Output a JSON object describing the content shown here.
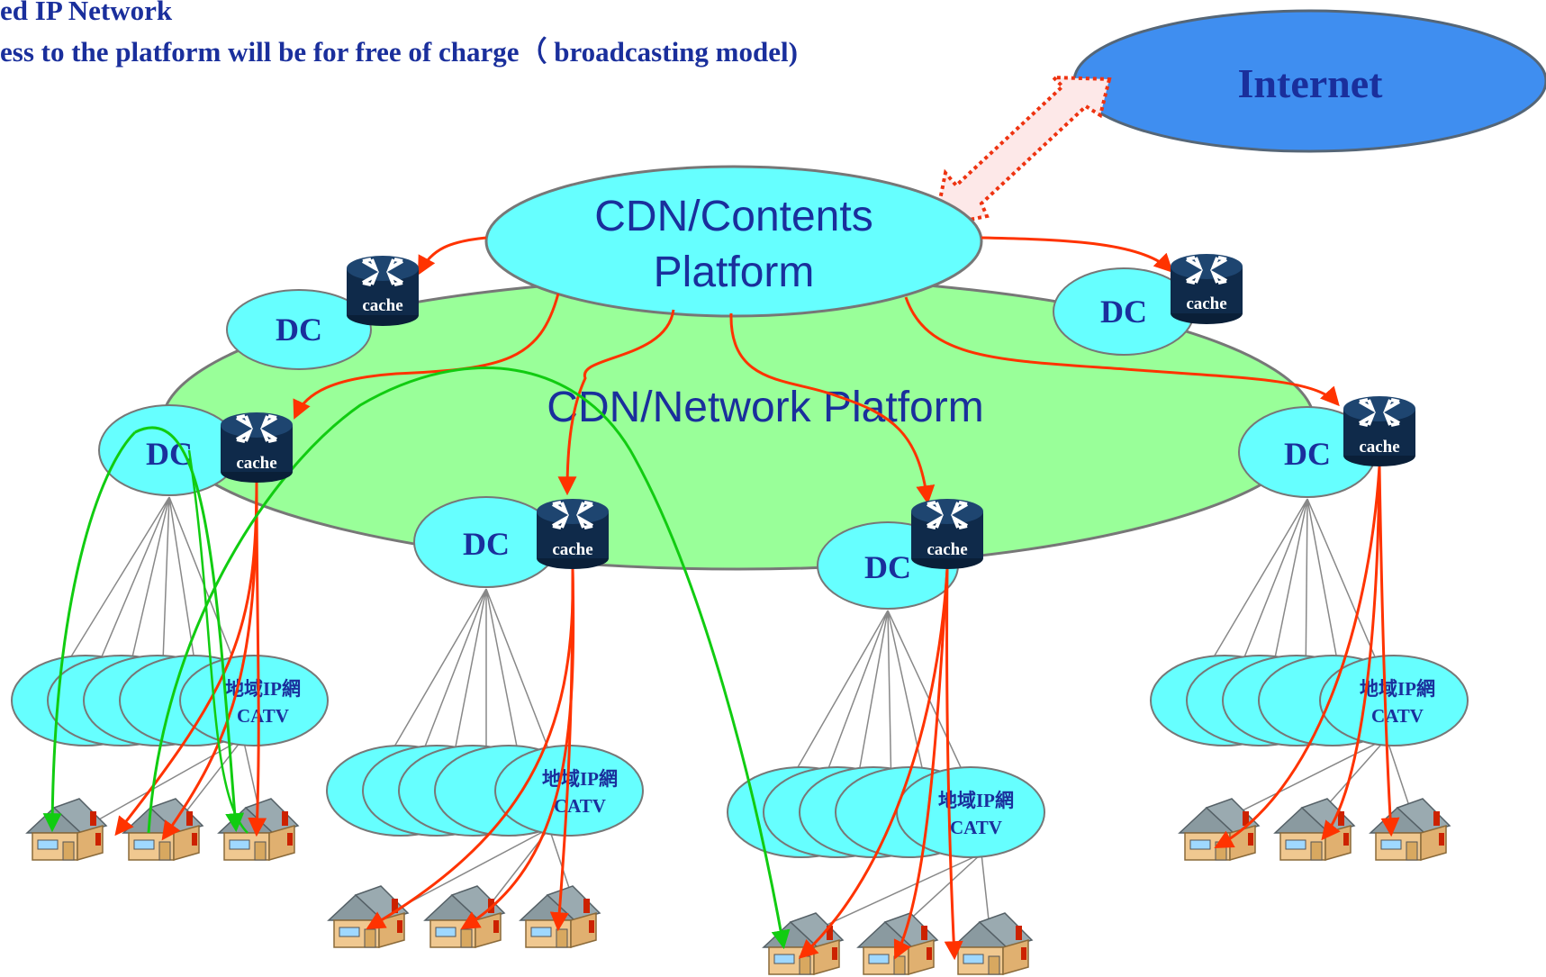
{
  "header": {
    "line1": "ed IP Network",
    "line2": "ess to the platform will be for free of charge（ broadcasting model)"
  },
  "internet_label": "Internet",
  "contents_platform": {
    "line1": "CDN/Contents",
    "line2": "Platform"
  },
  "network_platform_label": "CDN/Network Platform",
  "dc_label": "DC",
  "cache_label": "cache",
  "region_label": {
    "line1": "地域IP網",
    "line2": "CATV"
  },
  "colors": {
    "header_text": "#1a2f9c",
    "internet_fill": "#3f8ef0",
    "contents_fill": "#66ffff",
    "network_fill": "#99ff99",
    "dc_fill": "#66ffff",
    "router_fill": "#0f2a4a",
    "red_arrow": "#ff3300",
    "green_arrow": "#11cc11",
    "house_wall": "#f0c890",
    "house_roof": "#8a9aa0",
    "house_chimney": "#cc2200"
  },
  "icons": {
    "router": "router-cache-icon",
    "house": "house-icon",
    "big_arrow": "dotted-double-arrow-icon"
  }
}
